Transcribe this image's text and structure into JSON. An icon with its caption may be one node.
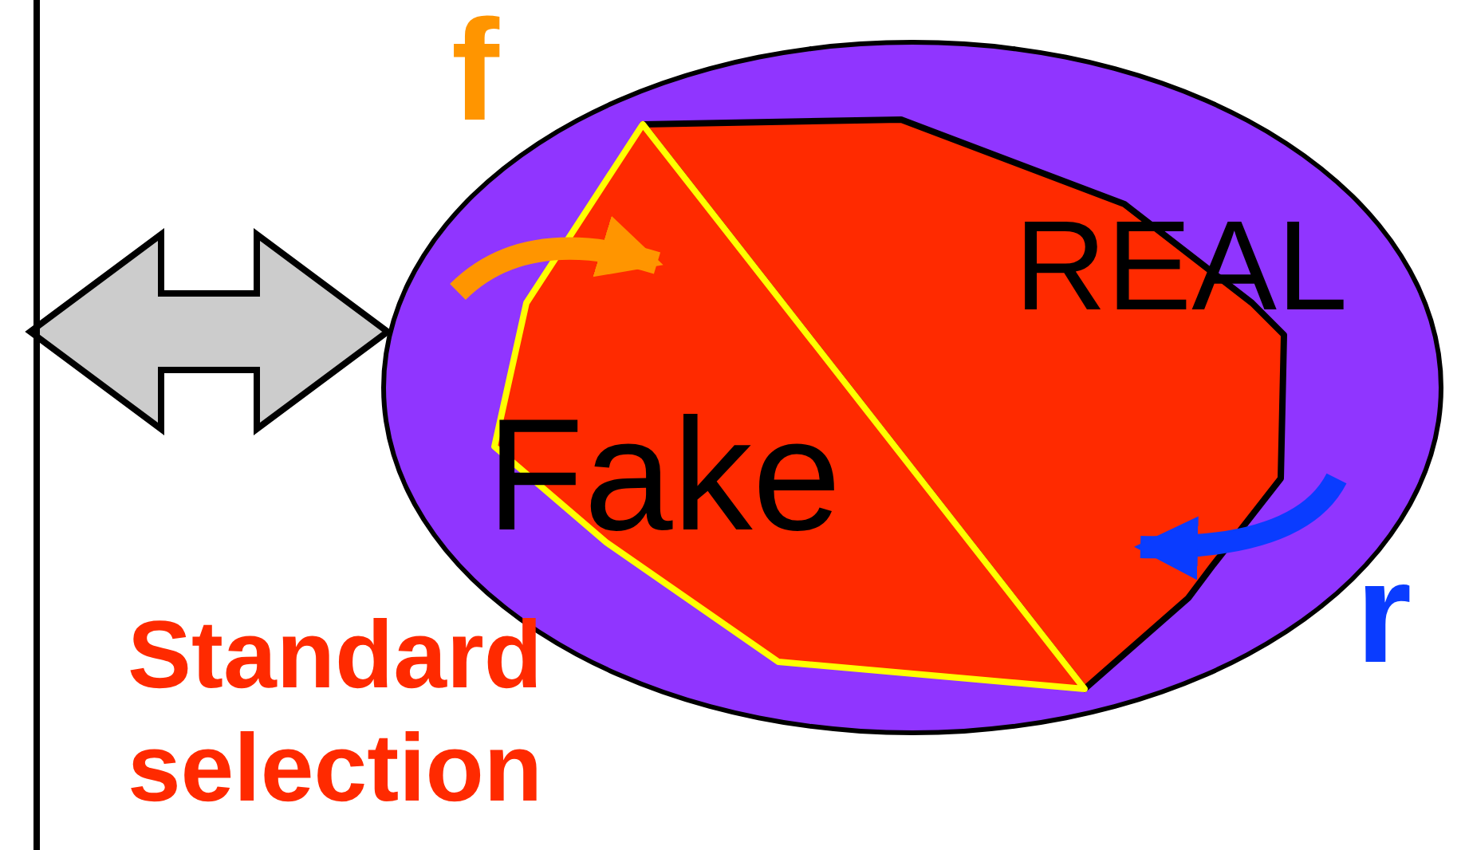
{
  "diagram": {
    "nodes": [
      {
        "text": [],
        "shape": "bar"
      },
      {
        "text": [],
        "shape": "ellipse"
      },
      {
        "text": [
          "REAL"
        ],
        "in": 1
      },
      {
        "text": [
          "Fake"
        ],
        "in": 1
      }
    ],
    "edges": [
      {
        "from": 0,
        "to": 1,
        "arrow": "both",
        "color": "#cccccc"
      },
      {
        "from": null,
        "to": 3,
        "arrow": "to",
        "label": "f",
        "color": "#ff9500"
      },
      {
        "from": null,
        "to": 2,
        "arrow": "to",
        "label": "r",
        "color": "#0a3cff"
      }
    ],
    "labels": [
      "Standard selection"
    ]
  }
}
